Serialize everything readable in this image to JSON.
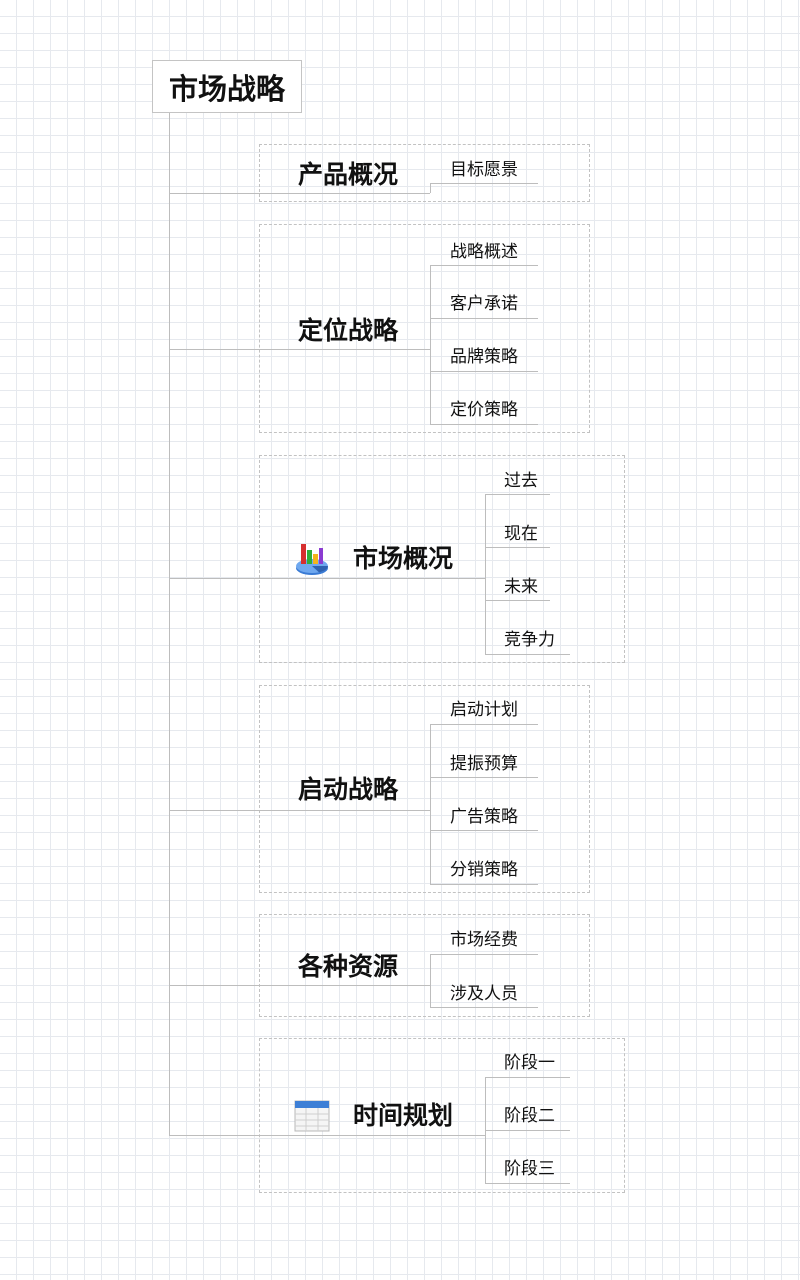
{
  "root": {
    "title": "市场战略"
  },
  "branches": [
    {
      "title": "产品概况",
      "items": [
        "目标愿景"
      ]
    },
    {
      "title": "定位战略",
      "items": [
        "战略概述",
        "客户承诺",
        "品牌策略",
        "定价策略"
      ]
    },
    {
      "title": "市场概况",
      "icon": "chart-icon",
      "items": [
        "过去",
        "现在",
        "未来",
        "竞争力"
      ]
    },
    {
      "title": "启动战略",
      "items": [
        "启动计划",
        "提振预算",
        "广告策略",
        "分销策略"
      ]
    },
    {
      "title": "各种资源",
      "items": [
        "市场经费",
        "涉及人员"
      ]
    },
    {
      "title": "时间规划",
      "icon": "calendar-icon",
      "items": [
        "阶段一",
        "阶段二",
        "阶段三"
      ]
    }
  ],
  "colors": {
    "connector": "#bdbdbd",
    "frame": "#c2c2c2",
    "grid": "#e6e9ee"
  }
}
